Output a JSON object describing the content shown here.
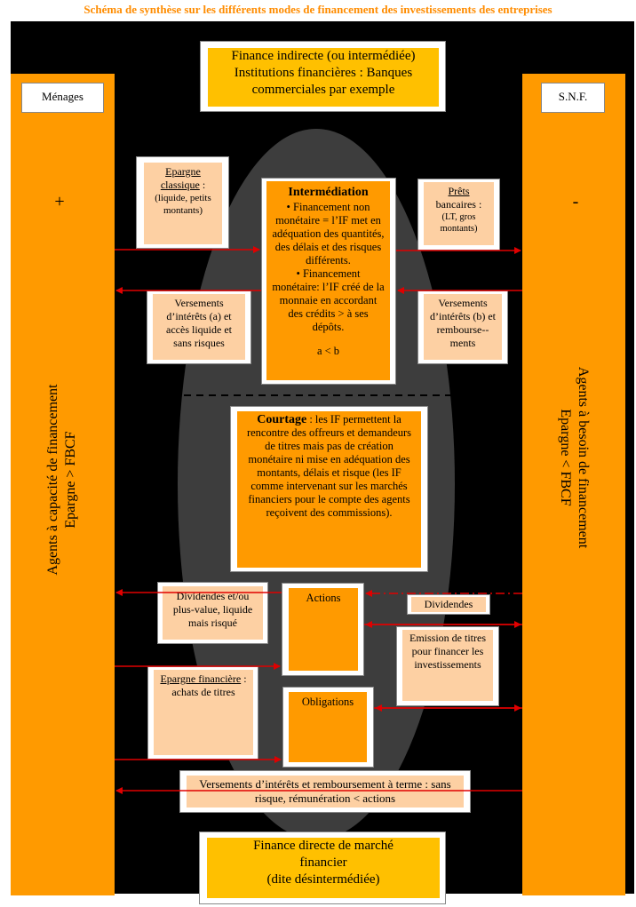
{
  "title": "Schéma de synthèse sur les différents modes de financement des investissements des entreprises",
  "colors": {
    "orange": "#ff9a00",
    "yellow": "#ffc000",
    "peach": "#fdd0a3",
    "arrow": "#e00000",
    "background": "#000000",
    "ellipse": "#3d3d3d"
  },
  "top_box": {
    "line1": "Finance indirecte (ou intermédiée)",
    "line2": "Institutions financières : Banques",
    "line3": "commerciales par exemple"
  },
  "left": {
    "label": "Ménages",
    "sign": "+",
    "vertical_line1": "Agents à capacité de financement",
    "vertical_line2": "Epargne > FBCF"
  },
  "right": {
    "label": "S.N.F.",
    "sign": "-",
    "vertical_line1": "Agents à besoin de financement",
    "vertical_line2": "Epargne < FBCF"
  },
  "epargne_classique": {
    "title": "Epargne classique",
    "suffix": " :",
    "detail": "(liquide, petits montants)"
  },
  "prets": {
    "title": "Prêts",
    "text": "bancaires :",
    "detail": "(LT, gros montants)"
  },
  "versements_a": "Versements d’intérêts (a) et accès liquide et sans risques",
  "versements_b": "Versements d’intérêts (b) et rembourse--ments",
  "intermediation": {
    "title": "Intermédiation",
    "p1": "• Financement non monétaire = l’IF met en adéquation des quantités, des délais et des risques différents.",
    "p2": "• Financement monétaire: l’IF créé de la monnaie en accordant des crédits > à ses dépôts.",
    "formula": "a < b"
  },
  "courtage": {
    "title": "Courtage",
    "text": " : les IF permettent la rencontre des offreurs et demandeurs de titres mais pas de création monétaire ni mise en adéquation des montants, délais et risque (les IF comme intervenant sur les marchés financiers pour le compte des agents reçoivent des commissions)."
  },
  "dividendes_left": "Dividendes et/ou plus-value, liquide mais risqué",
  "actions": "Actions",
  "dividendes_right": "Dividendes",
  "emission": "Emission de titres pour financer les investissements",
  "epargne_financiere": {
    "title": "Epargne financière",
    "text": " : achats de titres"
  },
  "obligations": "Obligations",
  "versements_bottom": "Versements d’intérêts et remboursement à terme : sans risque, rémunération < actions",
  "bottom_box": {
    "line1": "Finance directe de marché",
    "line2": "financier",
    "line3": "(dite désintermédiée)"
  }
}
